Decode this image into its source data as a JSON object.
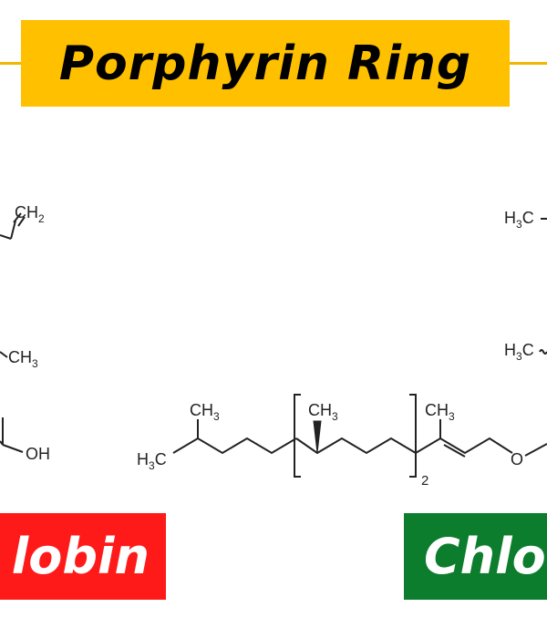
{
  "title": "Porphyrin Ring",
  "labels": {
    "left": "lobin",
    "right": "Chlo"
  },
  "structure": {
    "left_group_top": "CH",
    "left_group_top_sub": "2",
    "left_group_mid": "CH",
    "left_group_mid_sub": "3",
    "left_oh": "OH",
    "right_group_top": "H",
    "right_group_top_sub": "3",
    "right_group_top_tail": "C",
    "right_group_mid": "H",
    "right_group_mid_sub": "3",
    "right_group_mid_tail": "C",
    "chain_start": "H",
    "chain_start_sub": "3",
    "chain_start_tail": "C",
    "branch1": "CH",
    "branch1_sub": "3",
    "branch2": "CH",
    "branch2_sub": "3",
    "branch3": "CH",
    "branch3_sub": "3",
    "repeat_count": "2",
    "oxygen": "O"
  },
  "colors": {
    "title_bg": "#ffc000",
    "left_label_bg": "#ff1a1a",
    "right_label_bg": "#0b7d2c"
  }
}
